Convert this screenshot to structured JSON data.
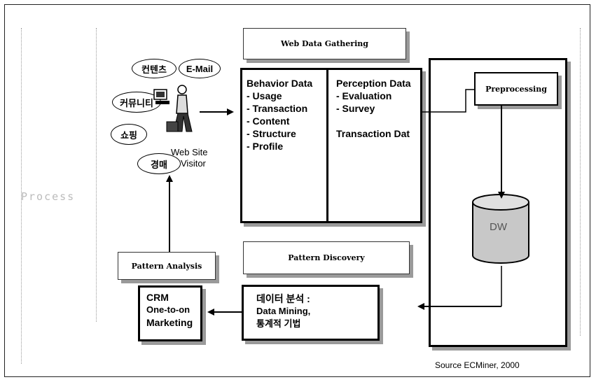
{
  "gathering": {
    "title": "Web Data Gathering"
  },
  "behavior": {
    "title": "Behavior Data",
    "items": [
      "- Usage",
      "- Transaction",
      "- Content",
      "- Structure",
      "- Profile"
    ]
  },
  "perception": {
    "title": "Perception Data",
    "items": [
      "- Evaluation",
      "- Survey"
    ],
    "extra": "Transaction Dat"
  },
  "preprocessing": {
    "title": "Preprocessing"
  },
  "dw": {
    "label": "DW"
  },
  "site": {
    "bubbles": [
      "컨텐츠",
      "E-Mail",
      "커뮤니티",
      "쇼핑",
      "경매"
    ],
    "caption_line1": "Web Site",
    "caption_line2": "Visitor"
  },
  "discovery": {
    "title": "Pattern Discovery",
    "line1": "데이터 분석 :",
    "line2": "Data Mining,",
    "line3": "통계적 기법"
  },
  "analysis": {
    "title": "Pattern Analysis",
    "line1": "CRM",
    "line2": "One-to-on",
    "line3": "Marketing"
  },
  "side_label": "Process",
  "source": "Source  ECMiner, 2000"
}
